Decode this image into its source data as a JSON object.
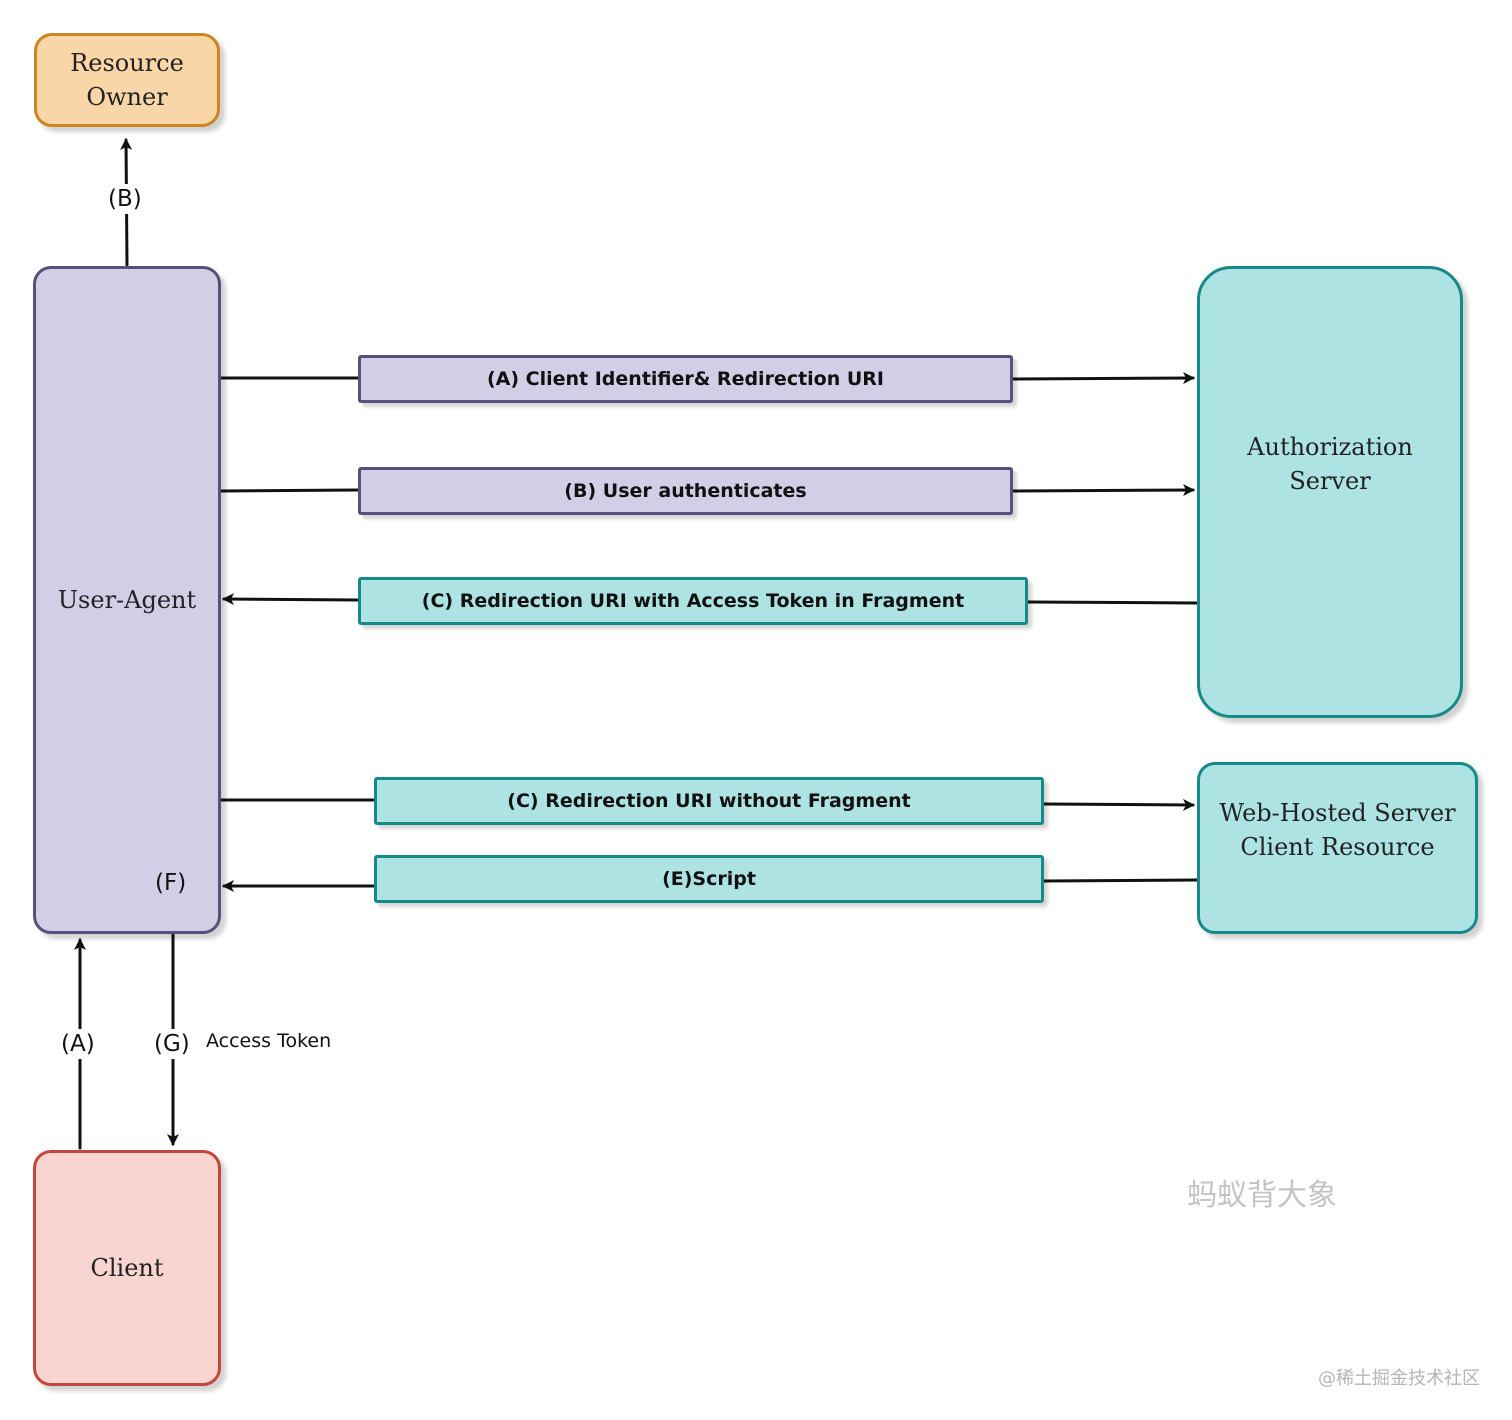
{
  "nodes": {
    "resource_owner": "Resource\nOwner",
    "user_agent": "User-Agent",
    "client": "Client",
    "authorization_server": "Authorization\nServer",
    "web_hosted": "Web-Hosted Server\nClient Resource"
  },
  "messages": {
    "a_client_id": "(A) Client Identifier& Redirection URI",
    "b_user_auth": "(B) User authenticates",
    "c_redirect_token": "(C) Redirection URI with Access Token in Fragment",
    "c_redirect_no_fragment": "(C) Redirection URI without Fragment",
    "e_script": "(E)Script"
  },
  "steps": {
    "b_to_owner": "(B)",
    "a_from_client": "(A)",
    "g_to_client": "(G)",
    "f_inside_agent": "(F)"
  },
  "notes": {
    "access_token": "Access Token"
  },
  "watermarks": {
    "center": "蚂蚁背大象",
    "corner": "@稀土掘金技术社区"
  },
  "colors": {
    "resource_owner_fill": "#f9d6a7",
    "resource_owner_border": "#c98622",
    "user_agent_fill": "#d0cfe6",
    "user_agent_border": "#56507a",
    "client_fill": "#f8d5d0",
    "client_border": "#c4473d",
    "server_fill": "#aee3e4",
    "server_border": "#168a88"
  }
}
